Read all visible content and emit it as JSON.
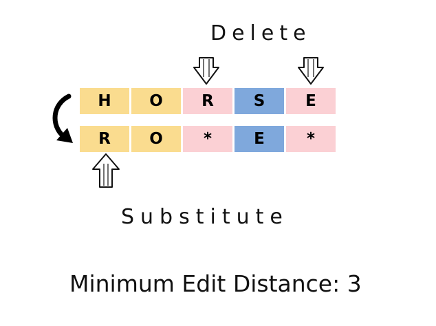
{
  "labels": {
    "delete": "Delete",
    "substitute": "Substitute"
  },
  "footer": "Minimum Edit Distance: 3",
  "rows": {
    "source": [
      "H",
      "O",
      "R",
      "S",
      "E"
    ],
    "target": [
      "R",
      "O",
      "*",
      "E",
      "*"
    ]
  },
  "colors": {
    "yellow": "#fadc8f",
    "pink": "#fbd0d4",
    "blue": "#7fa8dc"
  },
  "icons": {
    "delete_arrows": "down-arrow-icon",
    "substitute_arrow": "up-arrow-icon",
    "curved_arrow": "curved-arrow-icon"
  }
}
